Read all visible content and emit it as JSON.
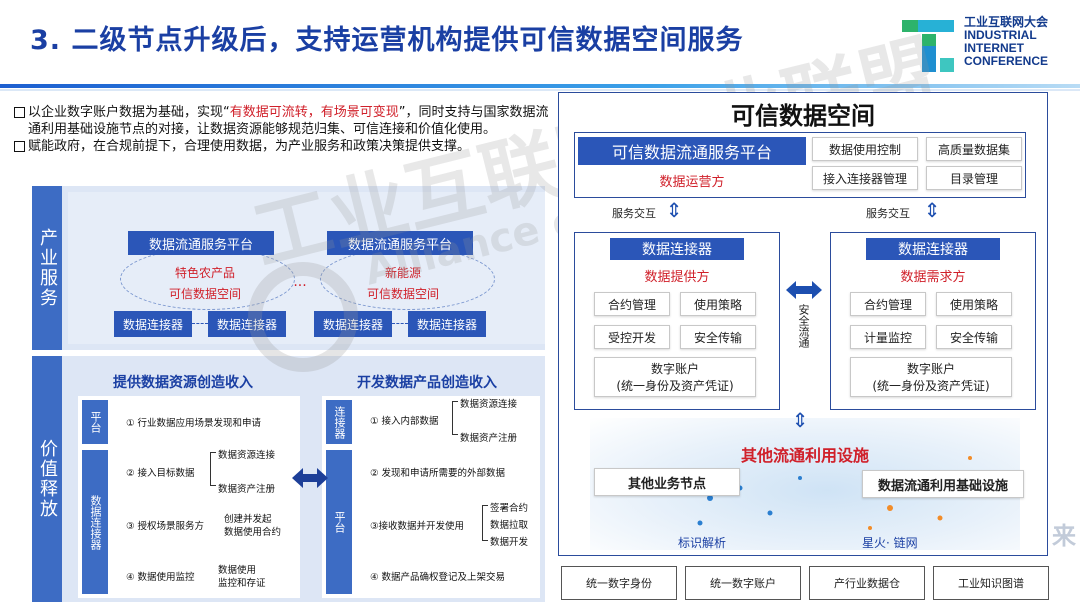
{
  "header": {
    "title": "3. 二级节点升级后，支持运营机构提供可信数据空间服务",
    "logo_lines": [
      "工业互联网大会",
      "INDUSTRIAL",
      "INTERNET",
      "CONFERENCE"
    ]
  },
  "bullets": {
    "b1_part1": "以企业数字账户数据为基础，实现“",
    "b1_red": "有数据可流转，有场景可变现",
    "b1_part2": "”，同时支持与国家数据流通利用基础设施节点的对接，让数据资源能够规范归集、可信连接和价值化使用。",
    "b2": "赋能政府，在合规前提下，合理使用数据，为产业服务和政策决策提供支撑。"
  },
  "industry": {
    "label": "产业服务",
    "platform_label": "数据流通服务平台",
    "left_space": [
      "特色农产品",
      "可信数据空间"
    ],
    "right_space": [
      "新能源",
      "可信数据空间"
    ],
    "ellipsis": "...",
    "connector_label": "数据连接器"
  },
  "value": {
    "label": "价值释放",
    "left_title": "提供数据资源创造收入",
    "right_title": "开发数据产品创造收入",
    "left_platform": "平台",
    "left_connector": "数据连接器",
    "right_connector": "连接器",
    "right_platform": "平台",
    "left_rows": {
      "r1": "① 行业数据应用场景发现和申请",
      "r2": "② 接入目标数据",
      "r2_a": "数据资源连接",
      "r2_b": "数据资产注册",
      "r3": "③ 授权场景服务方",
      "r3_a": "创建并发起",
      "r3_b": "数据使用合约",
      "r4": "④ 数据使用监控",
      "r4_a": "数据使用",
      "r4_b": "监控和存证"
    },
    "right_rows": {
      "r1": "① 接入内部数据",
      "r1_a": "数据资源连接",
      "r1_b": "数据资产注册",
      "r2": "② 发现和申请所需要的外部数据",
      "r3": "③接收数据并开发使用",
      "r3_a": "签署合约",
      "r3_b": "数据拉取",
      "r3_c": "数据开发",
      "r4": "④ 数据产品确权登记及上架交易"
    }
  },
  "space": {
    "title": "可信数据空间",
    "platform": "可信数据流通服务平台",
    "operator": "数据运营方",
    "features": [
      "数据使用控制",
      "高质量数据集",
      "接入连接器管理",
      "目录管理"
    ],
    "interaction": "服务交互",
    "secure_channel": "安全流通",
    "provider": {
      "head": "数据连接器",
      "role": "数据提供方",
      "items": [
        "合约管理",
        "使用策略",
        "受控开发",
        "安全传输"
      ],
      "account_1": "数字账户",
      "account_2": "(统一身份及资产凭证)"
    },
    "consumer": {
      "head": "数据连接器",
      "role": "数据需求方",
      "items": [
        "合约管理",
        "使用策略",
        "计量监控",
        "安全传输"
      ],
      "account_1": "数字账户",
      "account_2": "(统一身份及资产凭证)"
    },
    "other_infra": "其他流通利用设施",
    "other_nodes": "其他业务节点",
    "infra_box": "数据流通利用基础设施",
    "left_caption": "标识解析",
    "right_caption": "星火· 链网",
    "footer": [
      "统一数字身份",
      "统一数字账户",
      "产行业数据仓",
      "工业知识图谱"
    ]
  },
  "watermark": {
    "cn": "工业互联网产业联盟",
    "en": "Alliance of Industrial Internet",
    "edge": "来"
  },
  "colors": {
    "brand_blue": "#1a3fa3",
    "panel_blue": "#2b56b8",
    "accent_red": "#d0202a",
    "logo_green": "#2db36b",
    "logo_cyan": "#27b1d6"
  }
}
